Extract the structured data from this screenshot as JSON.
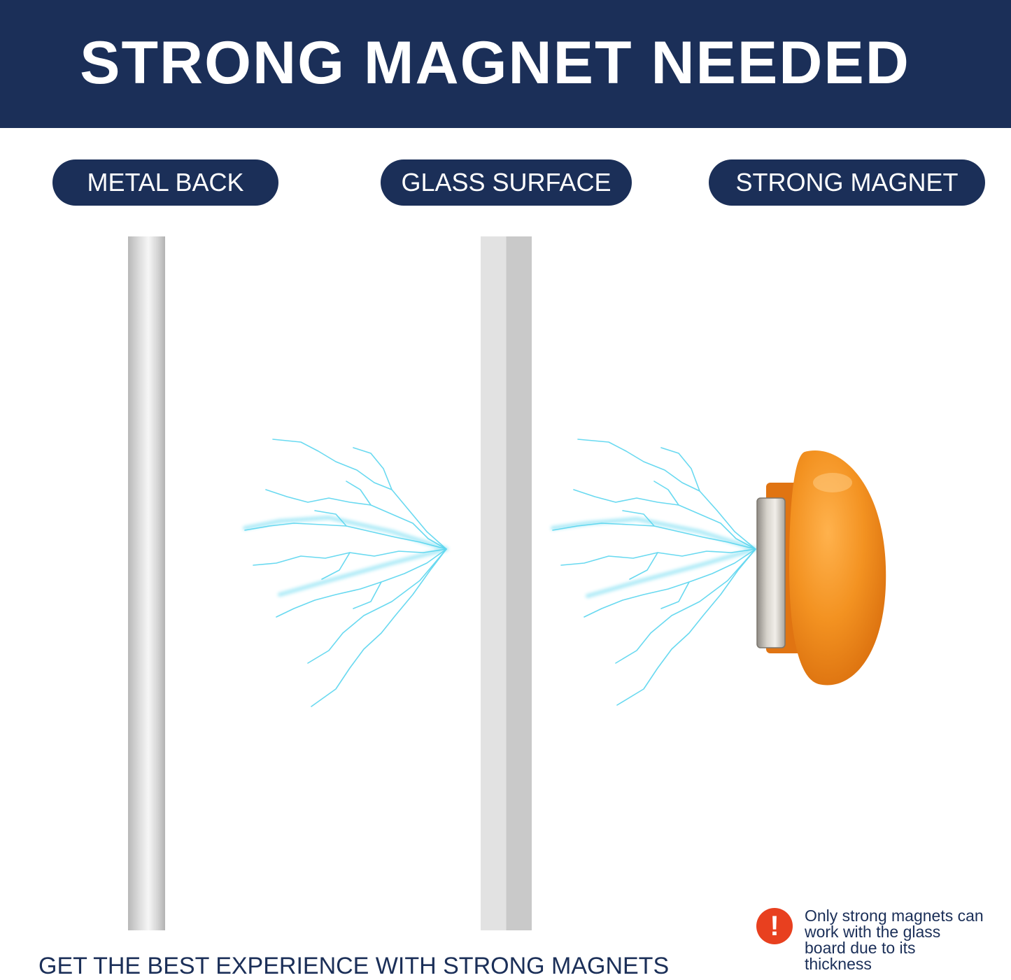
{
  "header": {
    "title": "STRONG MAGNET NEEDED"
  },
  "labels": {
    "metal_back": "METAL BACK",
    "glass_surface": "GLASS SURFACE",
    "strong_magnet": "STRONG MAGNET"
  },
  "footer": {
    "tagline": "GET THE BEST EXPERIENCE WITH STRONG MAGNETS",
    "warning_icon": "exclamation-icon",
    "note_lines": [
      "Only strong magnets can",
      "work with the glass",
      "board due to its",
      "thickness"
    ]
  },
  "colors": {
    "navy": "#1b2f58",
    "lightning": "#4fd3ee",
    "magnet_orange": "#f08c1c",
    "warning_red": "#e8401f"
  }
}
